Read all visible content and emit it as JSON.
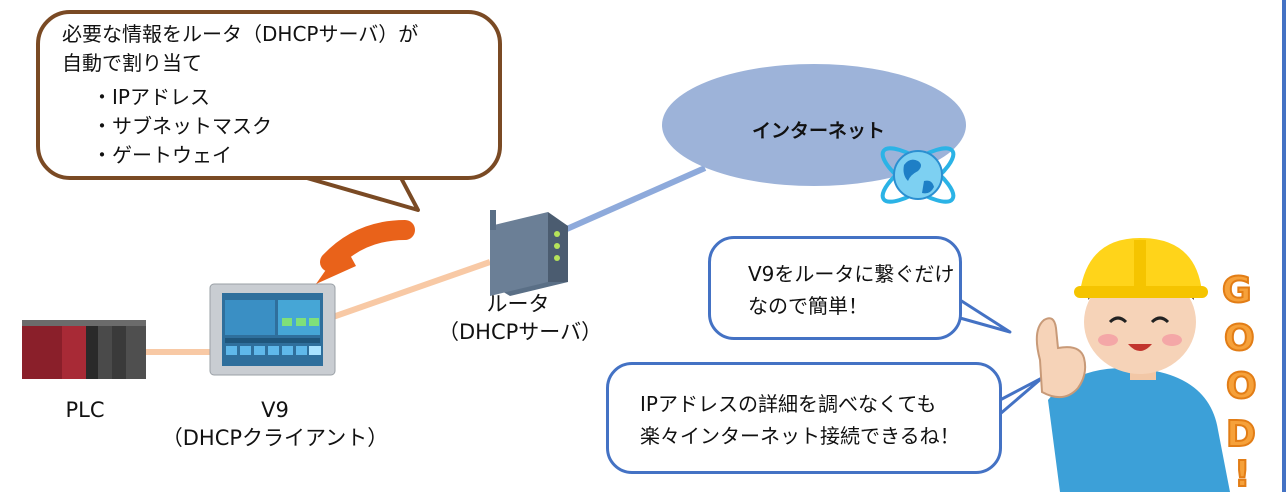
{
  "info_bubble": {
    "title_line1": "必要な情報をルータ（DHCPサーバ）が",
    "title_line2": "自動で割り当て",
    "items": [
      "・IPアドレス",
      "・サブネットマスク",
      "・ゲートウェイ"
    ]
  },
  "internet": {
    "label": "インターネット"
  },
  "router": {
    "label_line1": "ルータ",
    "label_line2": "（DHCPサーバ）"
  },
  "plc": {
    "label": "PLC"
  },
  "v9": {
    "label_line1": "V9",
    "label_line2": "（DHCPクライアント）"
  },
  "speech1": {
    "line1": "V9をルータに繋ぐだけ",
    "line2": "なので簡単！"
  },
  "speech2": {
    "line1": "IPアドレスの詳細を調べなくても",
    "line2": "楽々インターネット接続できるね！"
  },
  "good_text": "GOOD!",
  "colors": {
    "brown": "#7a4a24",
    "blue": "#4472c4",
    "cloud": "#9db3d9",
    "cable_orange": "#f8c9a5",
    "cable_blue": "#8eaadb",
    "arrow": "#e9621a"
  }
}
